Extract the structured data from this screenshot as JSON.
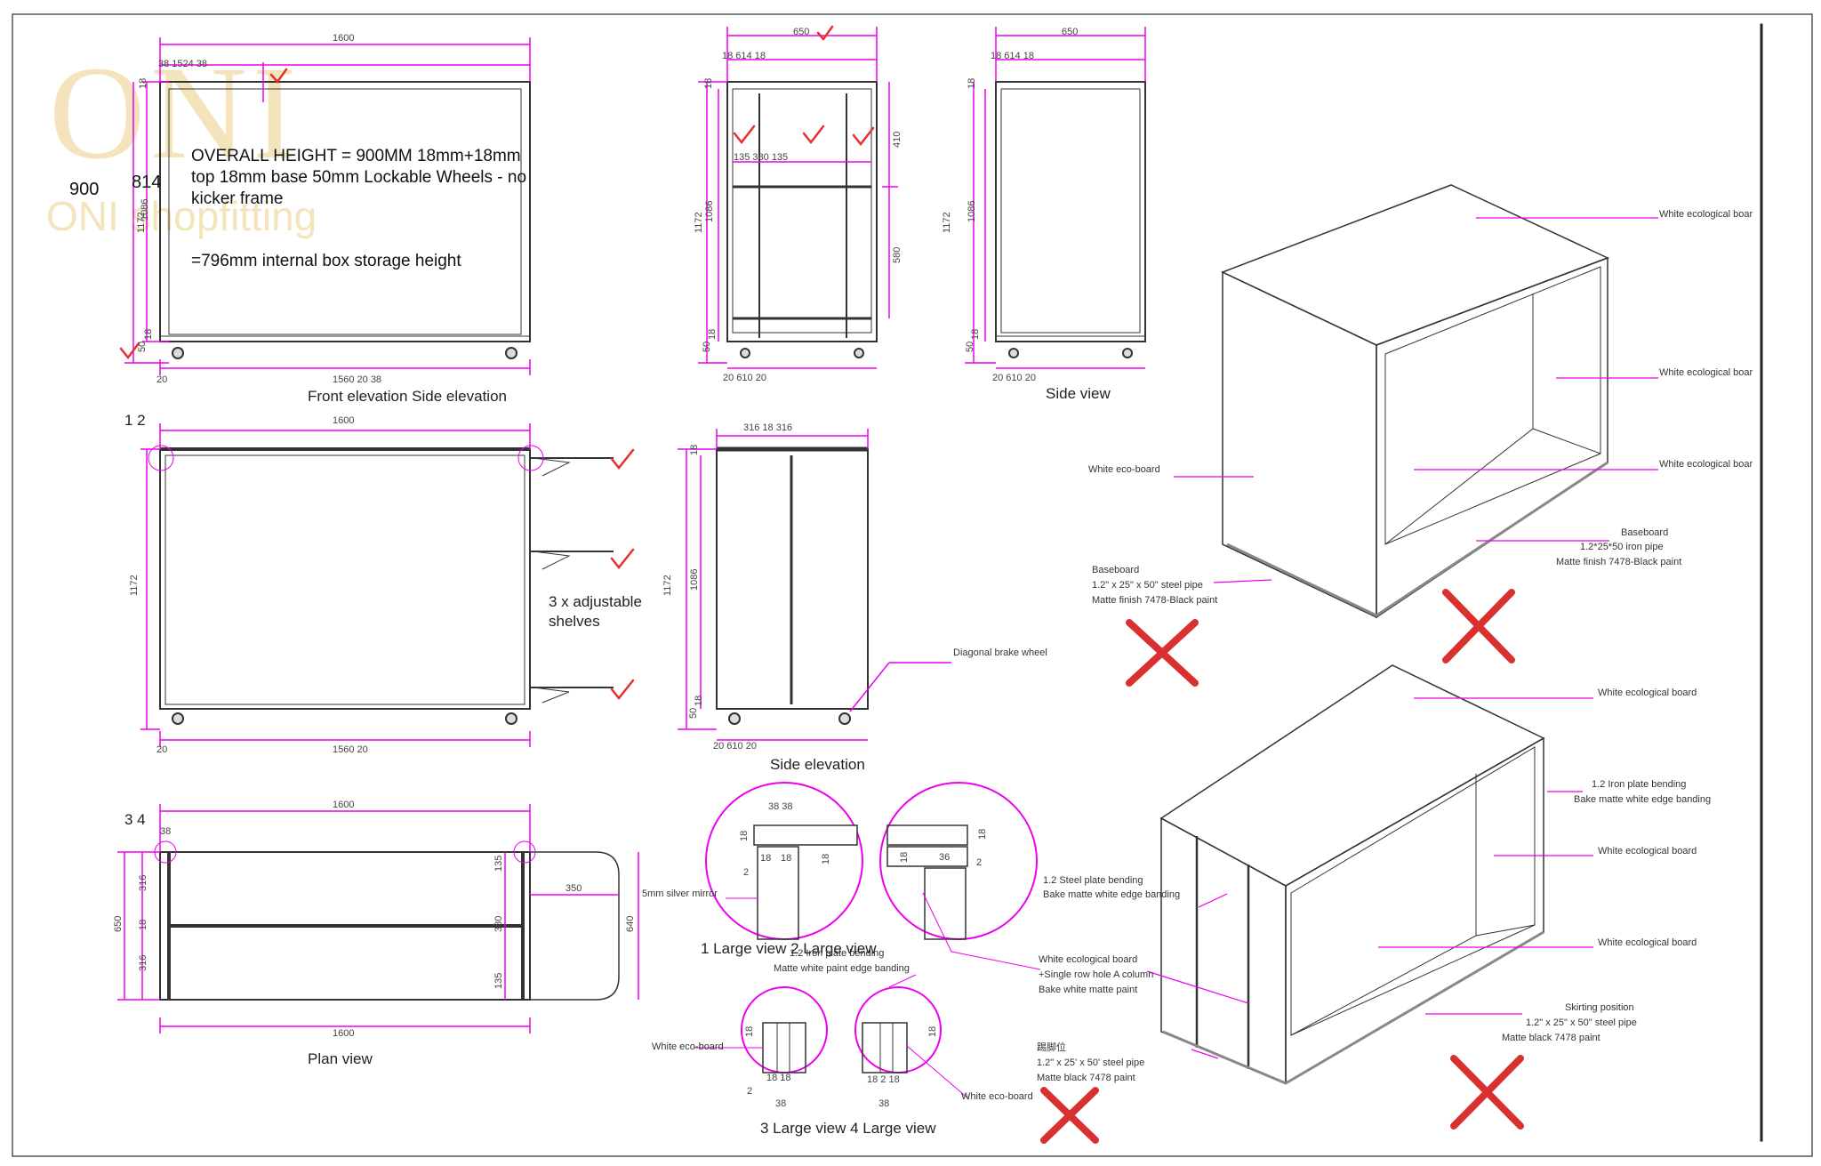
{
  "logo": {
    "mark": "ONI",
    "sub": "ONI shopfitting"
  },
  "colors": {
    "dimension": "#ee00ee",
    "check": "#e53030",
    "cross": "#d93030",
    "line": "#333333"
  },
  "notes": {
    "overall_height": "OVERALL HEIGHT = 900MM 18mm+18mm top 18mm base 50mm Lockable Wheels - no kicker frame",
    "internal_height": "=796mm internal box storage height",
    "side_900": "900",
    "side_814": "814"
  },
  "front": {
    "w_1600": "1600",
    "top_segments": "38 1524 38",
    "h_1172": "1172",
    "h_1086": "1086",
    "d_18": "18",
    "d_50": "50",
    "base_18": "18",
    "bottom_segments": "1560 20 38",
    "left_20": "20",
    "caption": "Front elevation Side elevation"
  },
  "side1": {
    "w_650": "650",
    "top_segments": "18 614 18",
    "h_1172": "1172",
    "h_1086": "1086",
    "d_18": "18",
    "d_50": "50",
    "base_18": "18",
    "bottom_segments": "20 610 20",
    "shelf_segments": "135 380 135",
    "v_410": "410",
    "v_580": "580"
  },
  "side2": {
    "w_650": "650",
    "top_segments": "18 614 18",
    "h_1172": "1172",
    "h_1086": "1086",
    "d_18": "18",
    "d_50": "50",
    "base_18": "18",
    "bottom_segments": "20 610 20",
    "caption": "Side view"
  },
  "front2": {
    "marker": "1 2",
    "w_1600": "1600",
    "h_1172": "1172",
    "bottom": "1560 20",
    "left_20": "20",
    "shelves_note": "3 x adjustable shelves"
  },
  "side3": {
    "top_segments": "316 18 316",
    "h_1172": "1172",
    "h_1086": "1086",
    "d_18": "18",
    "d_50": "50",
    "base_18": "18",
    "bottom_segments": "20 610 20",
    "brake_label": "Diagonal brake wheel",
    "caption": "Side elevation"
  },
  "plan": {
    "marker": "3 4",
    "w_1600": "1600",
    "d_38": "38",
    "left_650": "650",
    "left_316a": "316",
    "left_18": "18",
    "left_316b": "316",
    "right_135a": "135",
    "right_380": "380",
    "right_135b": "135",
    "ext_350": "350",
    "ext_640": "640",
    "bottom_1600": "1600",
    "caption": "Plan view"
  },
  "details": {
    "d1_dims": "38 38",
    "d1_18a": "18",
    "d1_18b": "18",
    "d1_18c": "18",
    "d1_18d": "18",
    "d1_2": "2",
    "d2_18a": "18",
    "d2_18b": "18",
    "d2_36": "36",
    "d2_2": "2",
    "mirror": "5mm silver mirror",
    "caption12": "1 Large view 2 Large view",
    "plate_bending": "1.2 Iron plate bending",
    "edge_banding": "Matte white paint edge banding",
    "d3_18": "18",
    "d3_1818": "18 18",
    "d3_2": "2",
    "d3_38": "38",
    "d4_18": "18",
    "d4_18218": "18 2 18",
    "d4_38": "38",
    "eco_left": "White eco-board",
    "eco_right": "White eco-board",
    "caption34": "3 Large view 4 Large view"
  },
  "iso1": {
    "eco_top": "White ecological boar",
    "eco_right": "White ecological boar",
    "eco_inner": "White ecological boar",
    "eco_left": "White eco-board",
    "baseboard_left": "Baseboard",
    "baseboard_left_2": "1.2\" x 25\" x 50\" steel pipe",
    "baseboard_left_3": "Matte finish 7478-Black paint",
    "baseboard_right": "Baseboard",
    "baseboard_right_2": "1.2*25*50 iron pipe",
    "baseboard_right_3": "Matte finish 7478-Black paint"
  },
  "iso2": {
    "eco_top": "White ecological board",
    "iron_plate": "1.2 Iron plate bending",
    "iron_plate_2": "Bake matte white edge banding",
    "eco_side": "White ecological board",
    "eco_bottom": "White ecological board",
    "steel_plate": "1.2 Steel plate bending",
    "steel_plate_2": "Bake matte white edge banding",
    "eco_hole": "White ecological board",
    "eco_hole_2": "+Single row hole A column",
    "eco_hole_3": "Bake white matte paint",
    "skirting": "Skirting position",
    "skirting_2": "1.2\" x 25\" x 50\" steel pipe",
    "skirting_3": "Matte black 7478 paint",
    "foot": "踢脚位",
    "foot_2": "1.2\" x 25' x 50' steel pipe",
    "foot_3": "Matte black 7478 paint"
  }
}
